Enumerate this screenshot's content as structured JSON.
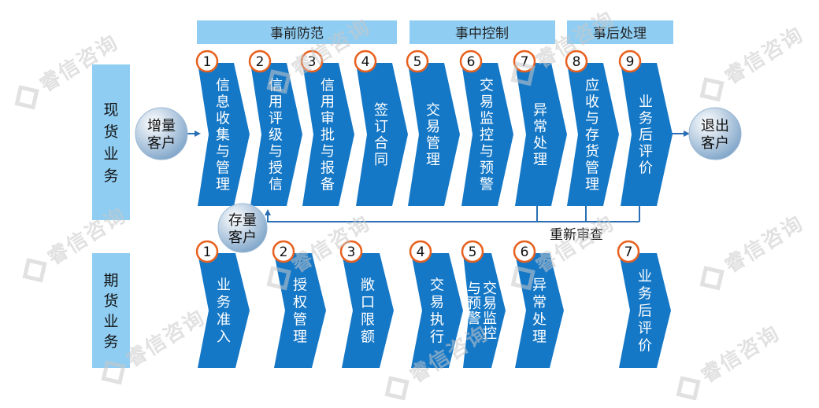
{
  "colors": {
    "chevron": "#1578c7",
    "header": "#8fcdf3",
    "track_box": "#8fcdf3",
    "badge_border": "#e8611f",
    "arrow": "#2a6fb4",
    "bubble_light": "#ffffff",
    "bubble_dark": "#7fa5c9"
  },
  "phases": [
    {
      "label": "事前防范"
    },
    {
      "label": "事中控制"
    },
    {
      "label": "事后处理"
    }
  ],
  "spot": {
    "label": "现货业务",
    "start_bubble": "增量客户",
    "end_bubble": "退出客户",
    "recheck_bubble": "存量客户",
    "recheck_label": "重新审查",
    "steps": [
      {
        "num": "1",
        "label": "信息收集与管理"
      },
      {
        "num": "2",
        "label": "信用评级与授信"
      },
      {
        "num": "3",
        "label": "信用审批与报备"
      },
      {
        "num": "4",
        "label": "签订合同"
      },
      {
        "num": "5",
        "label": "交易管理"
      },
      {
        "num": "6",
        "label": "交易监控与预警"
      },
      {
        "num": "7",
        "label": "异常处理"
      },
      {
        "num": "8",
        "label": "应收与存货管理"
      },
      {
        "num": "9",
        "label": "业务后评价"
      }
    ]
  },
  "futures": {
    "label": "期货业务",
    "steps": [
      {
        "num": "1",
        "label": "业务准入"
      },
      {
        "num": "2",
        "label": "授权管理"
      },
      {
        "num": "3",
        "label": "敞口限额"
      },
      {
        "num": "4",
        "label": "交易执行"
      },
      {
        "num": "5",
        "label": "交易监控与预警"
      },
      {
        "num": "6",
        "label": "异常处理"
      },
      {
        "num": "7",
        "label": "业务后评价"
      }
    ]
  },
  "watermark": "睿信咨询"
}
